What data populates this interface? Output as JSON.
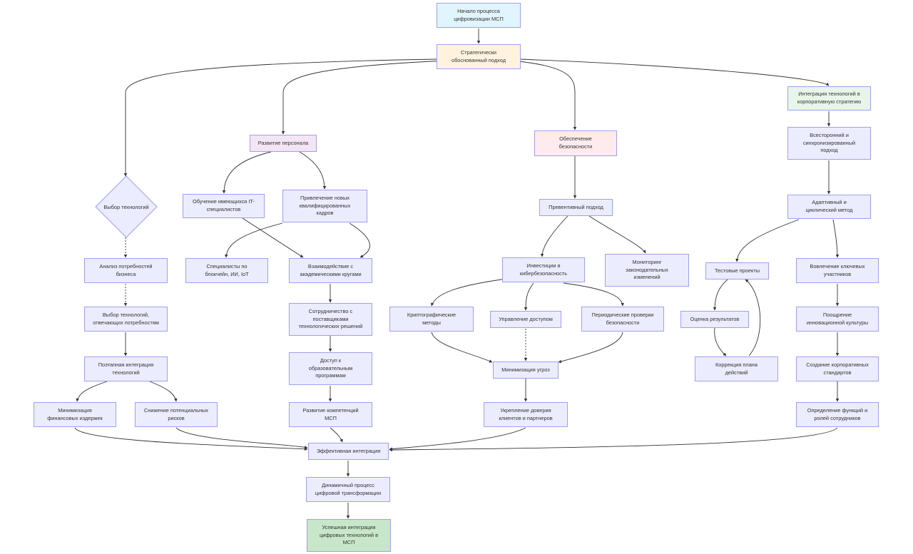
{
  "nodes": {
    "start": "Начало процесса\nцифровизации МСП",
    "strategic": "Стратегически\nобоснованный подход",
    "tech_choice": "Выбор технологий",
    "staff": "Развитие персонала",
    "security": "Обеспечение\nбезопасности",
    "integration_strategy": "Интеграция технологий в\nкорпоративную стратегию",
    "comprehensive": "Всесторонний и\nсинхронизированный\nподход",
    "train_it": "Обучение имеющихся IT-\nспециалистов",
    "attract": "Привлечение новых\nквалифицированных\nкадров",
    "preventive": "Превентивный подход",
    "adaptive": "Адаптивный и\nциклический метод",
    "needs_analysis": "Анализ потребностей\nбизнеса",
    "blockchain": "Специалисты по\nблокчейн, ИИ, IoT",
    "academic": "Взаимодействие с\nакадемическими кругами",
    "invest_cyber": "Инвестиции в\nкибербезопасность",
    "monitoring": "Мониторинг\nзаконодательных\nизменений",
    "test_projects": "Тестовые проекты",
    "stakeholders": "Вовлечение ключевых\nучастников",
    "tech_fit": "Выбор технологий,\nотвечающих потребностям",
    "suppliers": "Сотрудничество с\nпоставщиками\nтехнологических решений",
    "crypto": "Криптографические\nметоды",
    "access": "Управление доступом",
    "audits": "Периодические проверки\nбезопасности",
    "eval": "Оценка результатов",
    "innovation": "Поощрение\nинновационной культуры",
    "staged": "Поэтапная интеграция\nтехнологий",
    "edu_access": "Доступ к\nобразовательным\nпрограммам",
    "threat_min": "Минимизация угроз",
    "correction": "Коррекция плана\nдействий",
    "standards": "Создание корпоративных\nстандартов",
    "cost_min": "Минимизация\nфинансовых издержек",
    "risk_reduce": "Снижение потенциальных\nрисков",
    "competence": "Развитие компетенций\nМСП",
    "trust": "Укрепление доверия\nклиентов и партнеров",
    "roles": "Определение функций и\nролей сотрудников",
    "effective": "Эффективная интеграция",
    "dynamic": "Динамичный процесс\nцифровой трансформации",
    "success": "Успешная интеграция\nцифровых технологий в\nМСП"
  },
  "colors": {
    "default_fill": "#ececff",
    "default_stroke": "#9f9ff0",
    "start_fill": "#e1f5fe",
    "strategic_fill": "#fff3e0",
    "staff_fill": "#f3e5f5",
    "security_fill": "#ffebee",
    "integration_fill": "#e8f5e9",
    "success_fill": "#c8e6c9",
    "edge": "#333333"
  }
}
